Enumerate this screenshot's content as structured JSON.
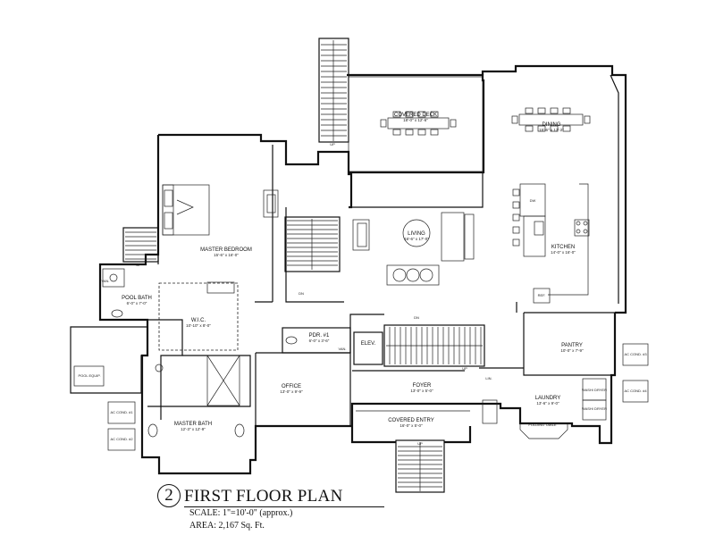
{
  "title": {
    "number": "2",
    "text": "FIRST FLOOR PLAN",
    "scale": "SCALE: 1\"=10'-0\" (approx.)",
    "area": "AREA: 2,167 Sq. Ft."
  },
  "rooms": {
    "covered_deck": {
      "name": "COVERED DECK",
      "dim": "18'-0\" x 12'-6\""
    },
    "dining": {
      "name": "DINING",
      "dim": "15'-6\" x 13'-2\""
    },
    "master_bedroom": {
      "name": "MASTER BEDROOM",
      "dim": "15'-6\" x 16'-0\""
    },
    "living": {
      "name": "LIVING",
      "dim": "16'-6\" x 17'-0\""
    },
    "kitchen": {
      "name": "KITCHEN",
      "dim": "14'-0\" x 16'-0\""
    },
    "pool_bath": {
      "name": "POOL BATH",
      "dim": "6'-0\" x 7'-0\""
    },
    "wic": {
      "name": "W.I.C.",
      "dim": "10'-10\" x 8'-0\""
    },
    "pdr": {
      "name": "PDR. #1",
      "dim": "6'-0\" x 3'-6\""
    },
    "pantry": {
      "name": "PANTRY",
      "dim": "10'-0\" x 7'-9\""
    },
    "office": {
      "name": "OFFICE",
      "dim": "13'-0\" x 9'-9\""
    },
    "foyer": {
      "name": "FOYER",
      "dim": "13'-0\" x 5'-0\""
    },
    "laundry": {
      "name": "LAUNDRY",
      "dim": "13'-6\" x 9'-0\""
    },
    "master_bath": {
      "name": "MASTER BATH",
      "dim": "12'-3\" x 12'-9\""
    },
    "covered_entry": {
      "name": "COVERED ENTRY",
      "dim": "16'-0\" x 5'-0\""
    }
  },
  "fixtures": {
    "elev": "ELEV.",
    "dw": "DW",
    "ref": "REF.",
    "folding_table": "FOLDING TABLE",
    "washer_dryer_1": "WASH/ DRYER",
    "washer_dryer_2": "WASH/ DRYER",
    "ac_cond_1": "AC COND. #1",
    "ac_cond_2": "AC COND. #2",
    "ac_cond_3": "AC COND. #3",
    "ac_cond_4": "AC COND. #4",
    "pool_equip": "POOL EQUIP.",
    "van1": "VAN.",
    "van2": "VAN.",
    "lin": "LIN.",
    "up1": "UP",
    "up2": "UP",
    "up3": "UP",
    "up4": "UP",
    "dn1": "DN",
    "dn2": "DN"
  }
}
